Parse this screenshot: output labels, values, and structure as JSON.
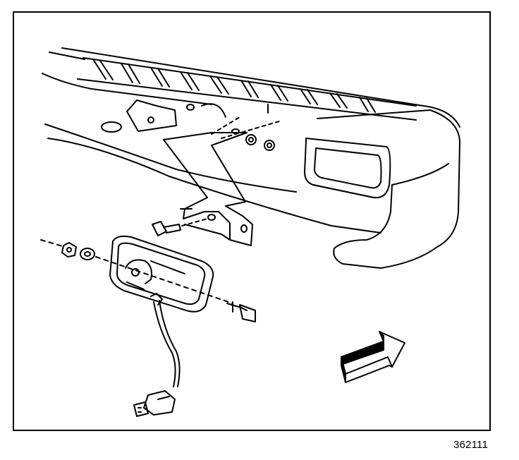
{
  "figure": {
    "id_label": "362111"
  },
  "colors": {
    "ink": "#000000",
    "paper": "#ffffff"
  },
  "parts": {
    "bumper": "rear-bumper",
    "bracket": "fog-lamp-bracket",
    "lamp": "fog-lamp",
    "connector": "wiring-connector",
    "arrow": "front-direction-arrow"
  }
}
